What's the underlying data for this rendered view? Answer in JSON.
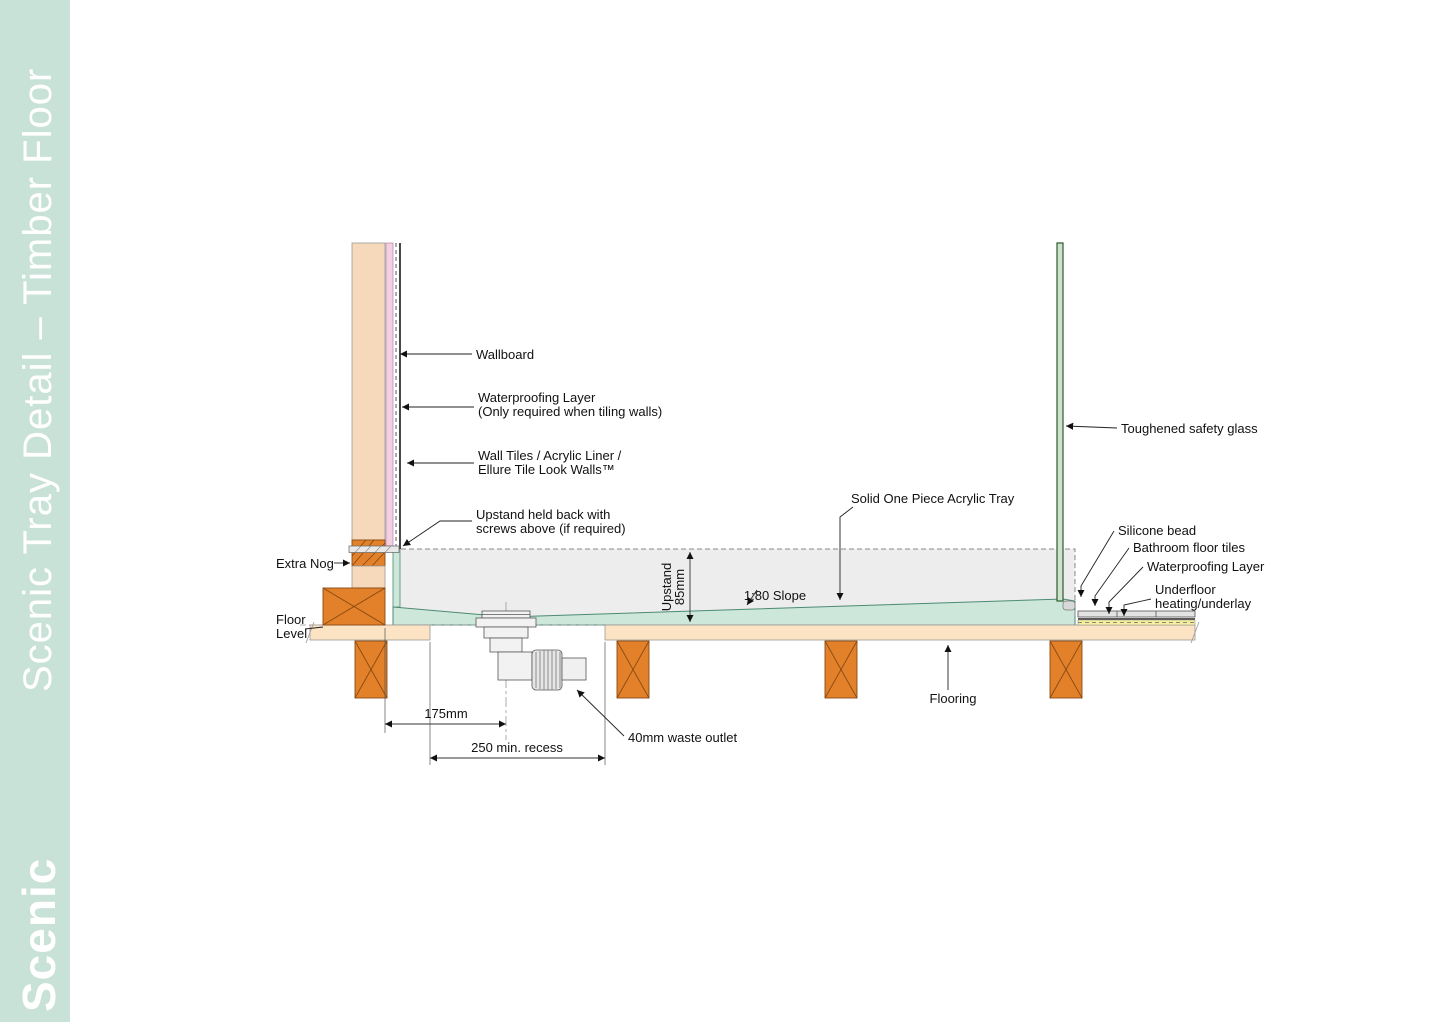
{
  "sidebar": {
    "title": "Scenic Tray Detail – Timber Floor",
    "logo": "Scenic"
  },
  "labels": {
    "wallboard": "Wallboard",
    "waterproofing_wall_line1": "Waterproofing Layer",
    "waterproofing_wall_line2": "(Only required when tiling walls)",
    "wall_tiles_line1": "Wall Tiles / Acrylic Liner /",
    "wall_tiles_line2": "Ellure Tile Look Walls™",
    "upstand_note_line1": "Upstand held back with",
    "upstand_note_line2": "screws above (if required)",
    "extra_nog": "Extra Nog",
    "floor_level_line1": "Floor",
    "floor_level_line2": "Level",
    "acrylic_tray": "Solid One Piece Acrylic Tray",
    "toughened_glass": "Toughened safety glass",
    "silicone_bead": "Silicone bead",
    "bathroom_floor_tiles": "Bathroom floor tiles",
    "waterproofing_floor": "Waterproofing Layer",
    "underfloor_line1": "Underfloor",
    "underfloor_line2": "heating/underlay",
    "slope": "1:80 Slope",
    "upstand_dim_word": "Upstand",
    "upstand_dim_value": "85mm",
    "dim_175": "175mm",
    "dim_250": "250 min. recess",
    "waste_outlet": "40mm waste outlet",
    "flooring": "Flooring"
  },
  "colors": {
    "sidebar_bg": "#c9e2d8",
    "sidebar_text": "#ffffff",
    "timber_light": "#f6d9ba",
    "timber_orange": "#e2812a",
    "floor_tan": "#fbe3c4",
    "tray_teal": "#cde8da",
    "tray_edge": "#4d8a74",
    "upstand_gray": "#ededed",
    "glass_fill": "#cfe2cc",
    "glass_edge": "#2e5c2e",
    "wallboard_pink": "#f3cfe2",
    "heating_yellow": "#f6f09c"
  }
}
